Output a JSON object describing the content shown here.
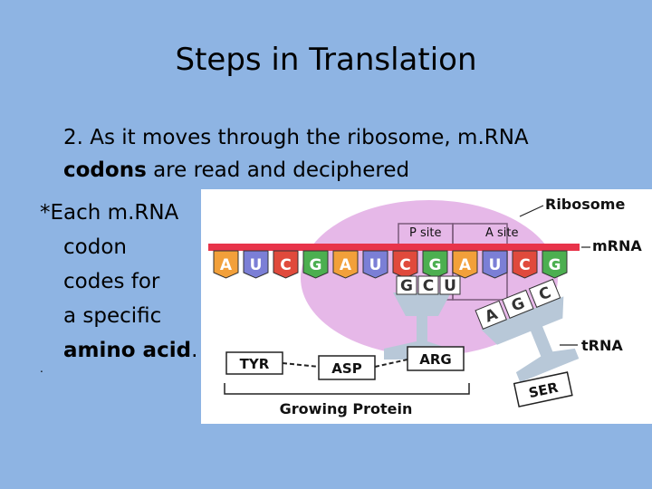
{
  "slide": {
    "title": "Steps in Translation",
    "point": {
      "number": "2.",
      "before": "As it moves through the ribosome, m.RNA",
      "bold": "codons",
      "after": "are read and deciphered"
    },
    "sub": {
      "line1": "*Each m.RNA",
      "line2": "codon",
      "line3": "codes for",
      "line4": "a specific",
      "bold": "amino acid",
      "end": "."
    },
    "bullet_mark": "."
  },
  "figure": {
    "labels": {
      "ribosome": "Ribosome",
      "mrna": "mRNA",
      "trna": "tRNA",
      "p_site": "P site",
      "a_site": "A site",
      "growing_protein": "Growing Protein"
    },
    "codons": [
      "A",
      "U",
      "C",
      "G",
      "A",
      "U",
      "C",
      "G",
      "A",
      "U",
      "C",
      "G"
    ],
    "anticodon_bound": [
      "G",
      "C",
      "U"
    ],
    "anticodon_incoming": [
      "A",
      "G",
      "C"
    ],
    "amino_acids": [
      "TYR",
      "ASP",
      "ARG",
      "SER"
    ],
    "colors": {
      "A": "#f2a03a",
      "U": "#7b7fd6",
      "C": "#e04a3c",
      "G": "#4caf50",
      "ribosome": "#e6b8e8",
      "mrna_strand": "#e8344a",
      "trna": "#b8c8d8"
    }
  }
}
